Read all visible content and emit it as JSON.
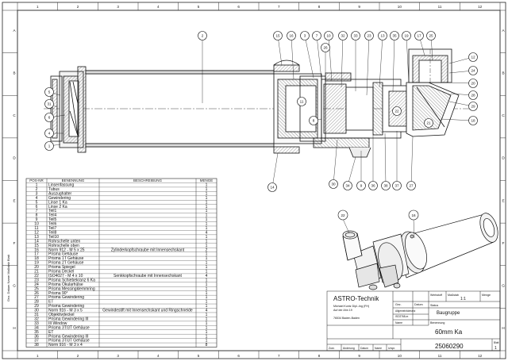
{
  "frame": {
    "top_numbers": [
      "1",
      "2",
      "3",
      "4",
      "5",
      "6",
      "7",
      "8",
      "9",
      "10",
      "11",
      "12"
    ],
    "side_letters": [
      "A",
      "B",
      "C",
      "D",
      "E",
      "F",
      "G",
      "H"
    ]
  },
  "side_label": "Gez. Datum Name  Maßstab  Blatt",
  "balloons_main": [
    "1",
    "2",
    "3",
    "4",
    "5",
    "6",
    "7",
    "8",
    "9",
    "10",
    "11",
    "12",
    "13",
    "14",
    "15",
    "16",
    "17",
    "18",
    "19",
    "20",
    "21",
    "22",
    "23",
    "24",
    "25",
    "26",
    "27",
    "28",
    "29",
    "30",
    "31",
    "32",
    "33",
    "34",
    "35",
    "36",
    "37",
    "38"
  ],
  "balloons_iso": [
    "22",
    "16"
  ],
  "bom": {
    "headers": {
      "pos": "POS-NR",
      "name": "BENENNUNG",
      "desc": "BESCHREIBUNG",
      "qty": "MENGE"
    },
    "rows": [
      {
        "pos": "1",
        "name": "Linsenfassung",
        "desc": "",
        "qty": "1"
      },
      {
        "pos": "2",
        "name": "Tubus",
        "desc": "",
        "qty": "1"
      },
      {
        "pos": "3",
        "name": "Auszughalter",
        "desc": "",
        "qty": "1"
      },
      {
        "pos": "4",
        "name": "Gewindering",
        "desc": "",
        "qty": "1"
      },
      {
        "pos": "5",
        "name": "Linse 1 Ka",
        "desc": "",
        "qty": "1"
      },
      {
        "pos": "6",
        "name": "Linse 2 Ka",
        "desc": "",
        "qty": "1"
      },
      {
        "pos": "7",
        "name": "Teil1",
        "desc": "",
        "qty": "1"
      },
      {
        "pos": "8",
        "name": "Teil4",
        "desc": "",
        "qty": "1"
      },
      {
        "pos": "9",
        "name": "Teil5",
        "desc": "",
        "qty": "1"
      },
      {
        "pos": "10",
        "name": "Teil6",
        "desc": "",
        "qty": "1"
      },
      {
        "pos": "11",
        "name": "Teil7",
        "desc": "",
        "qty": "1"
      },
      {
        "pos": "12",
        "name": "Teil8",
        "desc": "",
        "qty": "4"
      },
      {
        "pos": "13",
        "name": "Teil10",
        "desc": "",
        "qty": "1"
      },
      {
        "pos": "14",
        "name": "Rohrschelle unten",
        "desc": "",
        "qty": "1"
      },
      {
        "pos": "15",
        "name": "Rohrschelle oben",
        "desc": "",
        "qty": "1"
      },
      {
        "pos": "16",
        "name": "Norm 912 - M 5 x 25",
        "desc": "Zylinderkopfschraube mit Innensechskant",
        "qty": "2"
      },
      {
        "pos": "17",
        "name": "Prisma Gehäuse",
        "desc": "",
        "qty": "1"
      },
      {
        "pos": "18",
        "name": "Prisma 1T Gehäuse",
        "desc": "",
        "qty": "1"
      },
      {
        "pos": "19",
        "name": "Prisma 2T Gehäuse",
        "desc": "",
        "qty": "1"
      },
      {
        "pos": "20",
        "name": "Prisma Spiegel",
        "desc": "",
        "qty": "1"
      },
      {
        "pos": "21",
        "name": "Prisma Deckel",
        "desc": "",
        "qty": "1"
      },
      {
        "pos": "22",
        "name": "ISO4027 - M 4 x 10",
        "desc": "Senkkopfschraube mit Innensechskant",
        "qty": "4"
      },
      {
        "pos": "23",
        "name": "Prisma Schiebekranz 6 Ka",
        "desc": "",
        "qty": "1"
      },
      {
        "pos": "24",
        "name": "Prisma Okularhülse",
        "desc": "",
        "qty": "1"
      },
      {
        "pos": "25",
        "name": "Prisma Messingklemmring",
        "desc": "",
        "qty": "1"
      },
      {
        "pos": "26",
        "name": "Prisma 90°",
        "desc": "",
        "qty": "1"
      },
      {
        "pos": "27",
        "name": "Prisma Gewindering",
        "desc": "",
        "qty": "1"
      },
      {
        "pos": "28",
        "name": "ET",
        "desc": "",
        "qty": "1"
      },
      {
        "pos": "29",
        "name": "Prisma Gewindering",
        "desc": "",
        "qty": "1"
      },
      {
        "pos": "30",
        "name": "Norm 916 - M 3 x 5",
        "desc": "Gewindestift mit Innensechskant und Ringschneide",
        "qty": "4"
      },
      {
        "pos": "31",
        "name": "Objektivdeckel",
        "desc": "",
        "qty": "1"
      },
      {
        "pos": "32",
        "name": "Prisma Gewindering III",
        "desc": "",
        "qty": "1"
      },
      {
        "pos": "33",
        "name": "III Window",
        "desc": "",
        "qty": "1"
      },
      {
        "pos": "34",
        "name": "Prisma 3T/3T Gehäuse",
        "desc": "",
        "qty": "1"
      },
      {
        "pos": "35",
        "name": "ET",
        "desc": "",
        "qty": "1"
      },
      {
        "pos": "36",
        "name": "Prisma Gewindering III",
        "desc": "",
        "qty": "1"
      },
      {
        "pos": "37",
        "name": "Prisma 3T/3T Gehäuse",
        "desc": "",
        "qty": "1"
      },
      {
        "pos": "38",
        "name": "Norm 916 - M 3 x 4",
        "desc": "",
        "qty": "8"
      }
    ]
  },
  "title_block": {
    "company": "ASTRO-Technik",
    "address1": "Michael Kuntz Dipl.-Ing (FH)",
    "address2": "Auf der Ahn 19",
    "address3": "76534 Baden-Baden",
    "lbl_gez": "Gez.",
    "lbl_datum": "Datum",
    "lbl_name": "Name",
    "lbl_allg": "Allgemeintoleranz",
    "lbl_iso": "ISO2768-m",
    "lbl_werkstoff": "Werkstoff",
    "lbl_benennung": "Benennung",
    "lbl_status": "Status",
    "status_value": "Baugruppe",
    "lbl_massstab": "Maßstab",
    "massstab_value": "1:1",
    "lbl_menge": "Menge",
    "part_name": "60mm Ka",
    "part_number": "25060290",
    "lbl_blatt": "Blatt",
    "blatt_value": "1",
    "rev_labels": [
      "Zust.",
      "Änderung",
      "Datum",
      "Name",
      "Urspr."
    ]
  }
}
